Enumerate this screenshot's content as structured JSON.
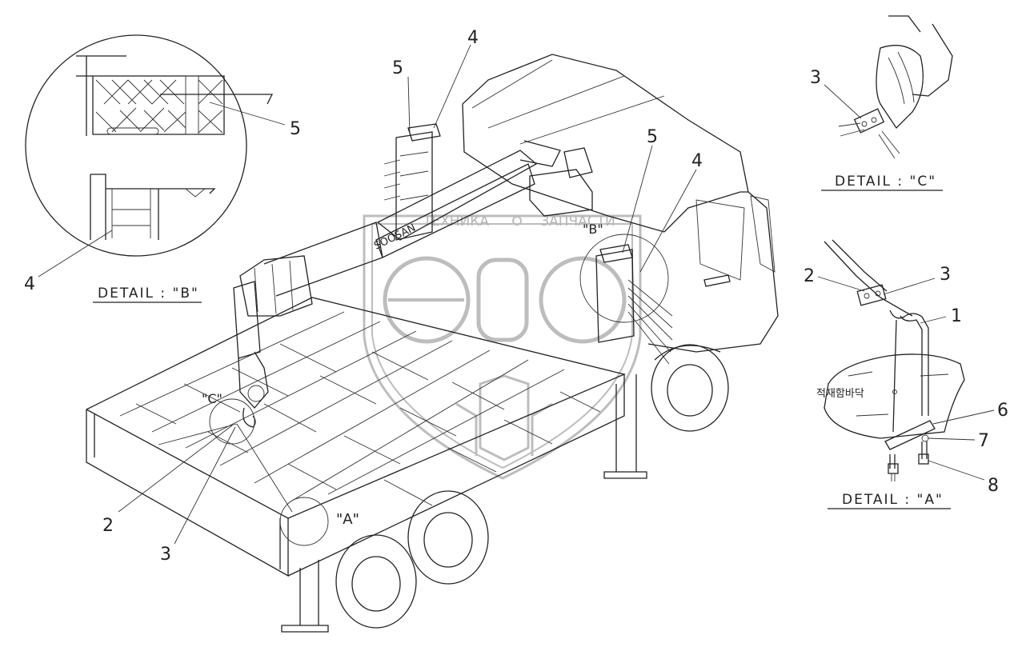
{
  "detail_b": {
    "title": "DETAIL : \"B\"",
    "callouts": [
      "5",
      "4"
    ]
  },
  "detail_c": {
    "title": "DETAIL : \"C\"",
    "callouts": [
      "3"
    ]
  },
  "detail_a": {
    "title": "DETAIL : \"A\"",
    "callouts": [
      "2",
      "3",
      "1",
      "6",
      "7",
      "8"
    ],
    "note": "적재함바닥"
  },
  "main": {
    "top_callouts": [
      "5",
      "4"
    ],
    "right_callouts": [
      "5",
      "4"
    ],
    "bottom_callouts": [
      "2",
      "3"
    ],
    "marker_a": "\"A\"",
    "marker_b": "\"B\"",
    "marker_c": "\"C\"",
    "boom_brand": "SOOSAN"
  },
  "watermark": {
    "left": "ТЕХНИКА",
    "right": "ЗАПЧАСТИ"
  }
}
